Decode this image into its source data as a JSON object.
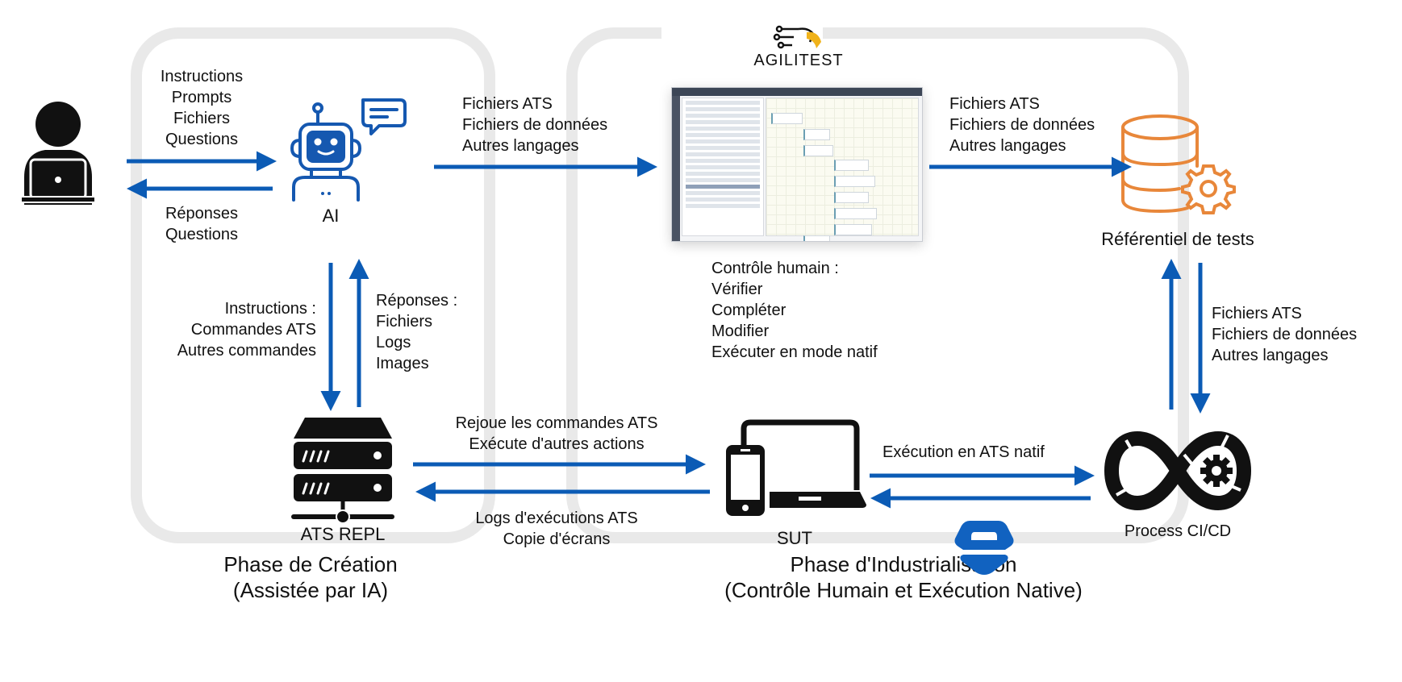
{
  "diagram": {
    "colors": {
      "arrow": "#0b5bb5",
      "icon_blue": "#1558b0",
      "repo_orange": "#e8873a",
      "phase_border": "#e9e9e9",
      "text": "#111111"
    },
    "phases": [
      {
        "id": "creation",
        "title": "Phase de Création\n(Assistée par IA)"
      },
      {
        "id": "industrialisation",
        "title": "Phase d'Industrialisation\n(Contrôle Humain et Exécution Native)"
      }
    ],
    "brand": {
      "name": "AGILITEST"
    },
    "nodes": {
      "user": {
        "icon": "user-laptop-icon"
      },
      "ai": {
        "label": "AI",
        "icon": "robot-chat-icon"
      },
      "ats_repl": {
        "label": "ATS REPL",
        "icon": "server-icon"
      },
      "agilitest_app": {
        "icon": "app-screenshot"
      },
      "sut": {
        "label": "SUT",
        "icon": "mobile-laptop-icon"
      },
      "repository": {
        "label": "Référentiel de tests",
        "icon": "database-gear-icon"
      },
      "cicd": {
        "label": "Process CI/CD",
        "icon": "infinity-gear-icon"
      },
      "ats_logo": {
        "icon": "ats-logo-icon"
      }
    },
    "edges": {
      "user_to_ai": "Instructions\nPrompts\nFichiers\nQuestions",
      "ai_to_user": "Réponses\nQuestions",
      "ai_to_agilitest": "Fichiers ATS\nFichiers de données\nAutres langages",
      "agilitest_to_repo": "Fichiers ATS\nFichiers de données\nAutres langages",
      "ai_to_repl": "Instructions :\nCommandes ATS\nAutres commandes",
      "repl_to_ai": "Réponses :\nFichiers\nLogs\nImages",
      "human_control": "Contrôle humain :\nVérifier\nCompléter\nModifier\nExécuter en mode natif",
      "repo_cicd": "Fichiers ATS\nFichiers de données\nAutres langages",
      "repl_to_sut": "Rejoue les commandes ATS\nExécute d'autres actions",
      "sut_to_repl": "Logs d'exécutions ATS\nCopie d'écrans",
      "sut_cicd": "Exécution en ATS natif"
    }
  }
}
